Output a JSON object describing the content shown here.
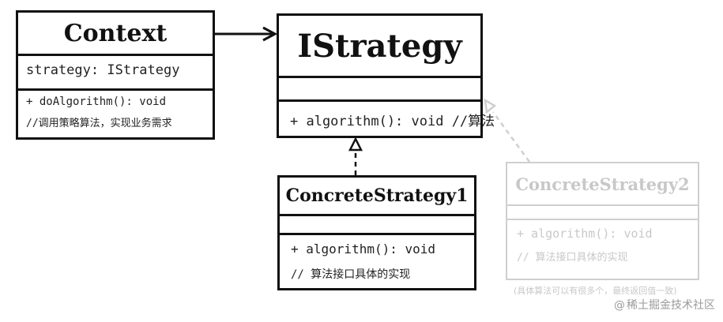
{
  "classes": {
    "context": {
      "name": "Context",
      "attribute": "strategy: IStrategy",
      "method": "+ doAlgorithm(): void",
      "note": "//调用策略算法，实现业务需求"
    },
    "istrategy": {
      "name": "IStrategy",
      "method": "+ algorithm(): void  //算法"
    },
    "concrete1": {
      "name": "ConcreteStrategy1",
      "method": "+ algorithm(): void",
      "note": "// 算法接口具体的实现"
    },
    "concrete2": {
      "name": "ConcreteStrategy2",
      "method": "+ algorithm(): void",
      "note": "// 算法接口具体的实现",
      "footnote": "(具体算法可以有很多个，最终返回值一致)"
    }
  },
  "watermark": {
    "icon": "@",
    "text": "稀土掘金技术社区"
  },
  "colors": {
    "ink": "#111111",
    "ghost": "#cfcfcf"
  }
}
